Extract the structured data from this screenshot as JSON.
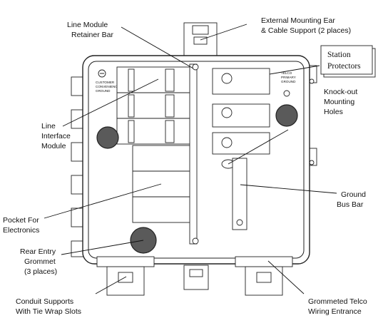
{
  "labels": {
    "line_module_retainer_bar": [
      "Line Module",
      "Retainer Bar"
    ],
    "external_mounting_ear": [
      "External Mounting Ear",
      "& Cable Support (2 places)"
    ],
    "station_protectors": [
      "Station",
      "Protectors"
    ],
    "knock_out_mounting_holes": [
      "Knock-out",
      "Mounting",
      "Holes"
    ],
    "line_interface_module": [
      "Line",
      "Interface",
      "Module"
    ],
    "ground_bus_bar": [
      "Ground",
      "Bus Bar"
    ],
    "pocket_for_electronics": [
      "Pocket For",
      "Electronics"
    ],
    "rear_entry_grommet": [
      "Rear Entry",
      "Grommet",
      "(3 places)"
    ],
    "conduit_supports": [
      "Conduit Supports",
      "With Tie Wrap Slots"
    ],
    "grommeted_telco_wiring_entrance": [
      "Grommeted Telco",
      "Wiring Entrance"
    ]
  },
  "imprints": {
    "customer_ground": [
      "CUSTOMER",
      "CONVENIENCE",
      "GROUND"
    ],
    "telco_ground": [
      "TELCO",
      "PRIMARY",
      "GROUND"
    ]
  },
  "colors": {
    "line": "#222222",
    "grommet_fill": "#5a5a5a",
    "background": "#ffffff"
  }
}
